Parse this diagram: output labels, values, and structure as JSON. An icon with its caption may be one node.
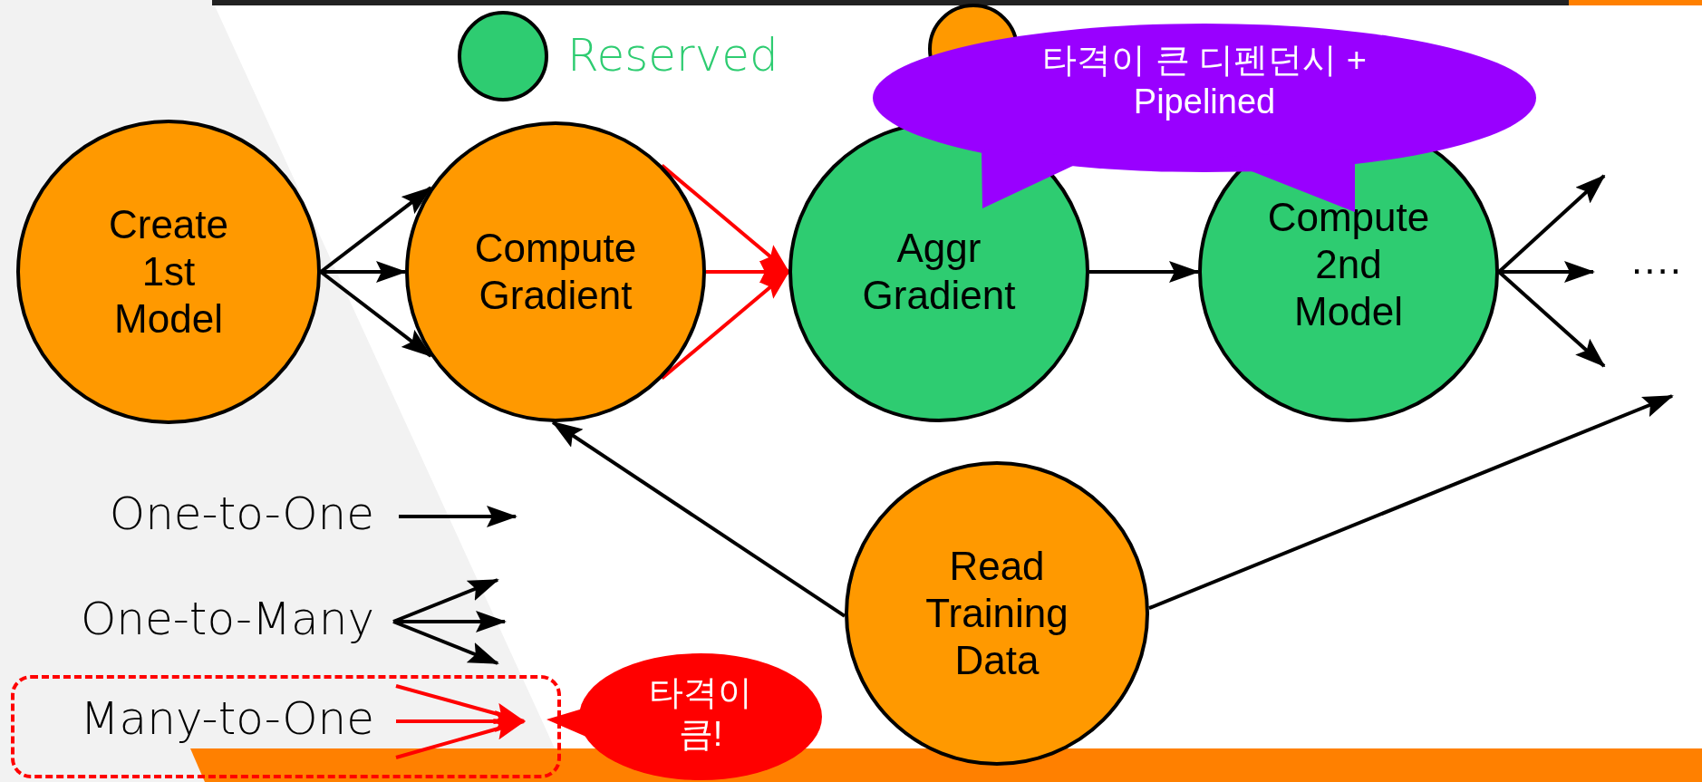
{
  "diagram": {
    "nodes": [
      {
        "text": [
          "타격이 큰 디펜던시 + Pipelined"
        ]
      },
      {
        "text": [
          "Create 1st Model"
        ]
      },
      {
        "text": [
          "Compute Gradient"
        ]
      },
      {
        "text": [
          "Aggr Gradient"
        ]
      },
      {
        "text": [
          "Compute 2nd Model"
        ]
      },
      {
        "text": [
          "Read Training Data"
        ]
      },
      {
        "text": [
          "타격이 큼!"
        ]
      }
    ],
    "edges": [
      {
        "from": 1,
        "to": 2,
        "arrow": "to"
      },
      {
        "from": 1,
        "to": 2,
        "arrow": "to"
      },
      {
        "from": 1,
        "to": 2,
        "arrow": "to"
      },
      {
        "from": 2,
        "to": 3,
        "arrow": "to",
        "color": "#ff0000"
      },
      {
        "from": 2,
        "to": 3,
        "arrow": "to",
        "color": "#ff0000"
      },
      {
        "from": 2,
        "to": 3,
        "arrow": "to",
        "color": "#ff0000"
      },
      {
        "from": 3,
        "to": 4,
        "arrow": "to"
      },
      {
        "from": 4,
        "to": null,
        "arrow": "to"
      },
      {
        "from": 4,
        "to": null,
        "arrow": "to"
      },
      {
        "from": 4,
        "to": null,
        "arrow": "to"
      },
      {
        "from": 5,
        "to": 2,
        "arrow": "to"
      },
      {
        "from": 5,
        "to": null,
        "arrow": "to"
      }
    ],
    "labels": [
      "...."
    ],
    "legend": [
      {
        "text": "Reserved",
        "color": "#2ecc71"
      },
      {
        "text": "One-to-One"
      },
      {
        "text": "One-to-Many"
      },
      {
        "text": "Many-to-One"
      }
    ]
  }
}
